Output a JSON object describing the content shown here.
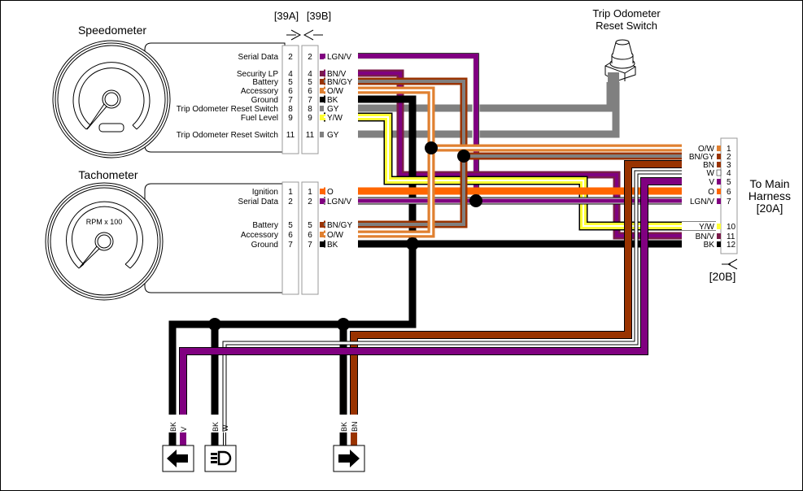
{
  "titles": {
    "speedometer": "Speedometer",
    "tachometer": "Tachometer",
    "trip_switch_line1": "Trip Odometer",
    "trip_switch_line2": "Reset Switch",
    "main_harness_line1": "To Main",
    "main_harness_line2": "Harness",
    "main_harness_line3": "[20A]",
    "connector_39a": "[39A]",
    "connector_39b": "[39B]",
    "connector_20b": "[20B]",
    "tach_dial_text": "RPM x 100"
  },
  "colors": {
    "LGN/V": "#7a0f6e",
    "LGN": "#e6f5e0",
    "V": "#800080",
    "BN": "#993300",
    "GY": "#808080",
    "O": "#ff6600",
    "O_light": "#e08030",
    "Y": "#ffff33",
    "BK": "#000000",
    "W": "#ffffff",
    "BN/V": "#7a1a4a"
  },
  "speedometer_pins": [
    {
      "function": "Serial Data",
      "pin_a": "2",
      "pin_b": "2",
      "wire": "LGN/V"
    },
    {
      "function": "Security LP",
      "pin_a": "4",
      "pin_b": "4",
      "wire": "BN/V"
    },
    {
      "function": "Battery",
      "pin_a": "5",
      "pin_b": "5",
      "wire": "BN/GY"
    },
    {
      "function": "Accessory",
      "pin_a": "6",
      "pin_b": "6",
      "wire": "O/W"
    },
    {
      "function": "Ground",
      "pin_a": "7",
      "pin_b": "7",
      "wire": "BK"
    },
    {
      "function": "Trip Odometer Reset Switch",
      "pin_a": "8",
      "pin_b": "8",
      "wire": "GY"
    },
    {
      "function": "Fuel Level",
      "pin_a": "9",
      "pin_b": "9",
      "wire": "Y/W"
    },
    {
      "function": "Trip Odometer Reset Switch",
      "pin_a": "11",
      "pin_b": "11",
      "wire": "GY"
    }
  ],
  "tachometer_pins": [
    {
      "function": "Ignition",
      "pin_a": "1",
      "pin_b": "1",
      "wire": "O"
    },
    {
      "function": "Serial Data",
      "pin_a": "2",
      "pin_b": "2",
      "wire": "LGN/V"
    },
    {
      "function": "Battery",
      "pin_a": "5",
      "pin_b": "5",
      "wire": "BN/GY"
    },
    {
      "function": "Accessory",
      "pin_a": "6",
      "pin_b": "6",
      "wire": "O/W"
    },
    {
      "function": "Ground",
      "pin_a": "7",
      "pin_b": "7",
      "wire": "BK"
    }
  ],
  "harness_pins": [
    {
      "pin": "1",
      "wire": "O/W"
    },
    {
      "pin": "2",
      "wire": "BN/GY"
    },
    {
      "pin": "3",
      "wire": "BN"
    },
    {
      "pin": "4",
      "wire": "W"
    },
    {
      "pin": "5",
      "wire": "V"
    },
    {
      "pin": "6",
      "wire": "O"
    },
    {
      "pin": "7",
      "wire": "LGN/V"
    },
    {
      "pin": "10",
      "wire": "Y/W"
    },
    {
      "pin": "11",
      "wire": "BN/V"
    },
    {
      "pin": "12",
      "wire": "BK"
    }
  ],
  "indicators": [
    {
      "name": "left-turn",
      "wires": [
        "BK",
        "V"
      ],
      "icon": "arrow-left"
    },
    {
      "name": "high-beam",
      "wires": [
        "BK",
        "W"
      ],
      "icon": "headlamp"
    },
    {
      "name": "right-turn",
      "wires": [
        "BK",
        "BN"
      ],
      "icon": "arrow-right"
    }
  ]
}
